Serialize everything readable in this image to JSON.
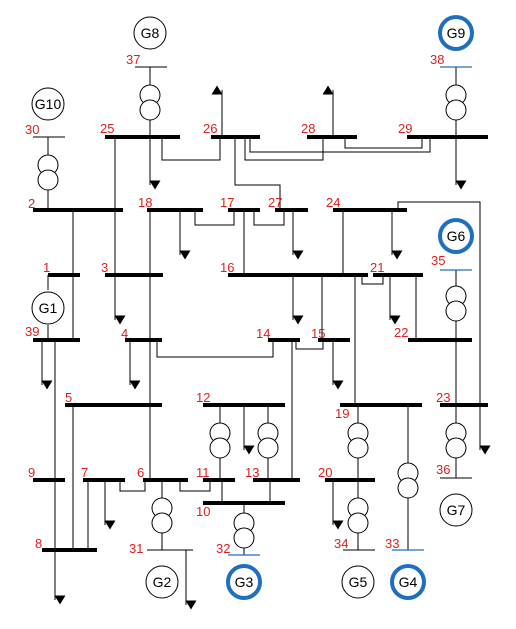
{
  "buses": [
    "1",
    "2",
    "3",
    "4",
    "5",
    "6",
    "7",
    "8",
    "9",
    "10",
    "11",
    "12",
    "13",
    "14",
    "15",
    "16",
    "17",
    "18",
    "19",
    "20",
    "21",
    "22",
    "23",
    "24",
    "25",
    "26",
    "27",
    "28",
    "29",
    "30",
    "31",
    "32",
    "33",
    "34",
    "35",
    "36",
    "37",
    "38",
    "39"
  ],
  "generators": [
    {
      "label": "G1",
      "highlighted": false
    },
    {
      "label": "G2",
      "highlighted": false
    },
    {
      "label": "G3",
      "highlighted": true
    },
    {
      "label": "G4",
      "highlighted": true
    },
    {
      "label": "G5",
      "highlighted": false
    },
    {
      "label": "G6",
      "highlighted": true
    },
    {
      "label": "G7",
      "highlighted": false
    },
    {
      "label": "G8",
      "highlighted": false
    },
    {
      "label": "G9",
      "highlighted": true
    },
    {
      "label": "G10",
      "highlighted": false
    }
  ],
  "colors": {
    "bus_label": "#e0201b",
    "highlight": "#1f6fc0",
    "line": "#000000"
  }
}
